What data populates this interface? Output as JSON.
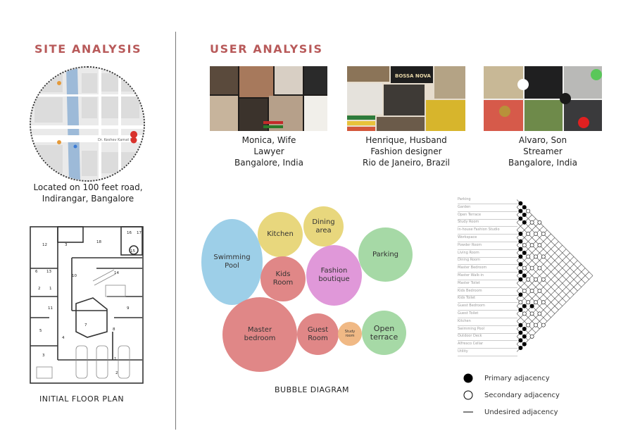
{
  "site": {
    "heading": "SITE ANALYSIS",
    "location_line1": "Located on 100 feet road,",
    "location_line2": "Indirangar, Bangalore"
  },
  "floor_plan": {
    "caption": "INITIAL FLOOR PLAN",
    "room_numbers": [
      "12",
      "3",
      "18",
      "16",
      "17",
      "15",
      "6",
      "13",
      "10",
      "14",
      "2",
      "1",
      "11",
      "9",
      "7",
      "5",
      "4",
      "3",
      "1",
      "8",
      "2"
    ]
  },
  "users": {
    "heading": "USER ANALYSIS",
    "people": [
      {
        "name": "Monica, Wife",
        "role": "Lawyer",
        "place": "Bangalore, India"
      },
      {
        "name": "Henrique, Husband",
        "role": "Fashion designer",
        "place": "Rio de Janeiro, Brazil"
      },
      {
        "name": "Alvaro, Son",
        "role": "Streamer",
        "place": "Bangalore, India"
      }
    ]
  },
  "bubble_diagram": {
    "caption": "BUBBLE DIAGRAM",
    "bubbles": [
      {
        "id": "swimming-pool",
        "line1": "Swimming",
        "line2": "Pool",
        "color": "#9dcfe8"
      },
      {
        "id": "kitchen",
        "line1": "Kitchen",
        "line2": "",
        "color": "#e8d77d"
      },
      {
        "id": "dining",
        "line1": "Dining",
        "line2": "area",
        "color": "#e8d77d"
      },
      {
        "id": "kids-room",
        "line1": "Kids",
        "line2": "Room",
        "color": "#e08787"
      },
      {
        "id": "fashion-boutique",
        "line1": "Fashion",
        "line2": "boutique",
        "color": "#e098d9"
      },
      {
        "id": "parking",
        "line1": "Parking",
        "line2": "",
        "color": "#a6d9a6"
      },
      {
        "id": "master-bedroom",
        "line1": "Master",
        "line2": "bedroom",
        "color": "#e08787"
      },
      {
        "id": "guest-room",
        "line1": "Guest",
        "line2": "Room",
        "color": "#e08787"
      },
      {
        "id": "study-room",
        "line1": "Study",
        "line2": "room",
        "color": "#f0b985"
      },
      {
        "id": "open-terrace",
        "line1": "Open",
        "line2": "terrace",
        "color": "#a6d9a6"
      }
    ]
  },
  "adjacency": {
    "rooms": [
      "Parking",
      "Garden",
      "Open Terrace",
      "Study Room",
      "In-house Fashion Studio",
      "Workspace",
      "Powder Room",
      "Living Room",
      "Dining Room",
      "Master Bedroom",
      "Master Walk-in",
      "Master Toilet",
      "Kids Bedroom",
      "Kids Toilet",
      "Guest Bedroom",
      "Guest Toilet",
      "Kitchen",
      "Swimming Pool",
      "Outdoor Deck",
      "Alfresco Cellar",
      "Utility"
    ],
    "legend": {
      "primary": "Primary adjacency",
      "secondary": "Secondary adjacency",
      "undesired": "Undesired adjacency"
    },
    "primary_cells": [
      [
        0,
        1
      ],
      [
        0,
        2
      ],
      [
        1,
        2
      ],
      [
        1,
        3
      ],
      [
        2,
        3
      ],
      [
        4,
        5
      ],
      [
        5,
        6
      ],
      [
        6,
        7
      ],
      [
        7,
        8
      ],
      [
        8,
        9
      ],
      [
        9,
        10
      ],
      [
        9,
        11
      ],
      [
        10,
        11
      ],
      [
        12,
        13
      ],
      [
        14,
        15
      ],
      [
        16,
        17
      ],
      [
        16,
        18
      ],
      [
        17,
        18
      ],
      [
        17,
        19
      ],
      [
        18,
        19
      ],
      [
        19,
        20
      ],
      [
        18,
        20
      ],
      [
        6,
        8
      ],
      [
        12,
        16
      ],
      [
        13,
        15
      ],
      [
        2,
        4
      ]
    ]
  }
}
